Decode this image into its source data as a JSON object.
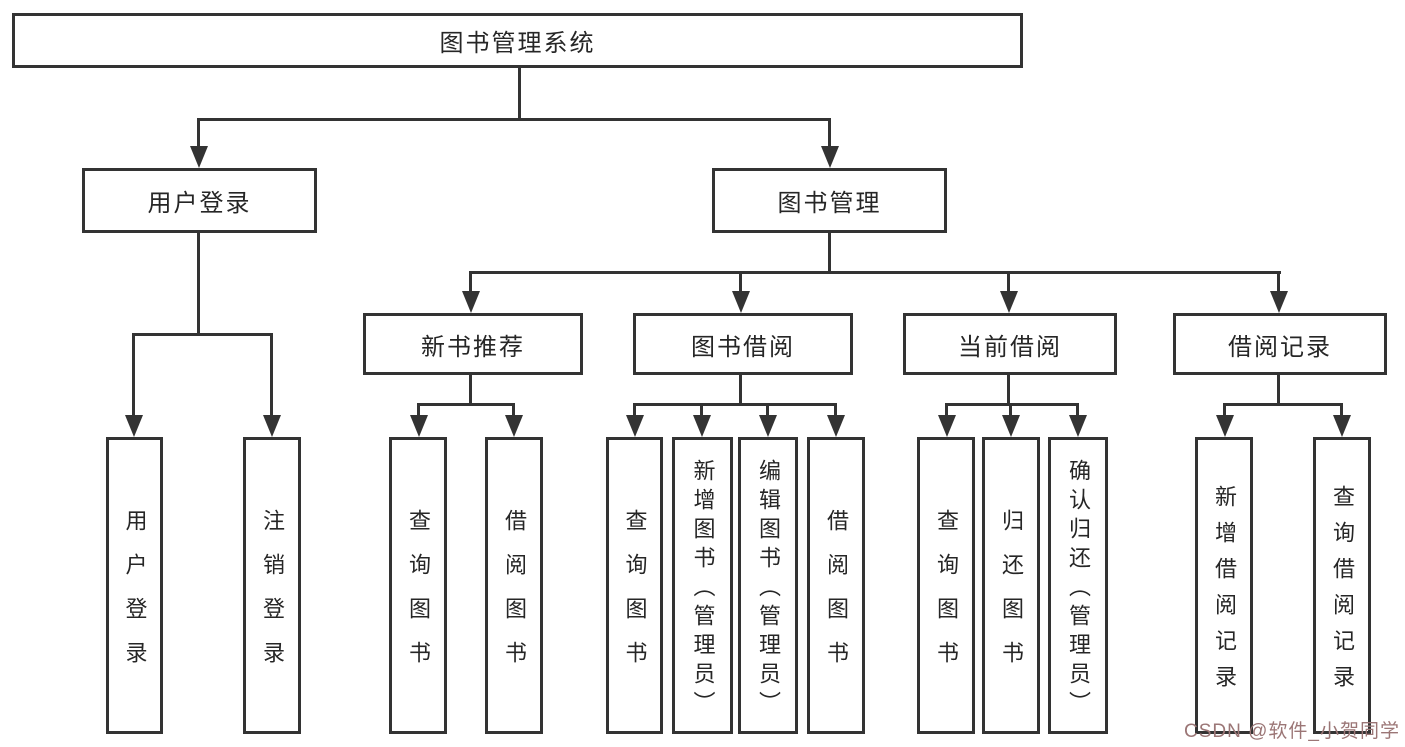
{
  "tree": {
    "root": "图书管理系统",
    "branches": [
      {
        "label": "用户登录",
        "children": [
          "用户登录",
          "注销登录"
        ]
      },
      {
        "label": "图书管理",
        "sections": [
          {
            "label": "新书推荐",
            "children": [
              "查询图书",
              "借阅图书"
            ]
          },
          {
            "label": "图书借阅",
            "children": [
              "查询图书",
              "新增图书（管理员）",
              "编辑图书（管理员）",
              "借阅图书"
            ]
          },
          {
            "label": "当前借阅",
            "children": [
              "查询图书",
              "归还图书",
              "确认归还（管理员）"
            ]
          },
          {
            "label": "借阅记录",
            "children": [
              "新增借阅记录",
              "查询借阅记录"
            ]
          }
        ]
      }
    ]
  },
  "watermark": {
    "text": "CSDN @软件_小贺同学",
    "color": "#9b7676"
  },
  "colors": {
    "line": "#333333",
    "text": "#262626",
    "background": "#ffffff",
    "box_background": "#ffffff"
  }
}
